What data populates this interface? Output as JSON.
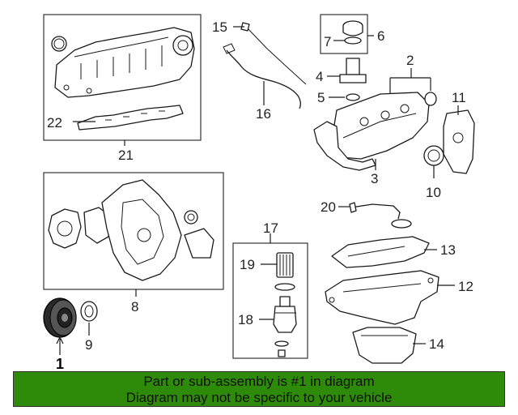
{
  "colors": {
    "footer_bg": "#2e8b0a",
    "line": "#1a1a1a",
    "highlight_part": "#1a1a1a"
  },
  "callouts": {
    "c1": "1",
    "c2": "2",
    "c3": "3",
    "c4": "4",
    "c5": "5",
    "c6": "6",
    "c7": "7",
    "c8": "8",
    "c9": "9",
    "c10": "10",
    "c11": "11",
    "c12": "12",
    "c13": "13",
    "c14": "14",
    "c15": "15",
    "c16": "16",
    "c17": "17",
    "c18": "18",
    "c19": "19",
    "c20": "20",
    "c21": "21",
    "c22": "22"
  },
  "footer": {
    "line1": "Part or sub-assembly is #1 in diagram",
    "line2": "Diagram may not be specific to your vehicle"
  }
}
